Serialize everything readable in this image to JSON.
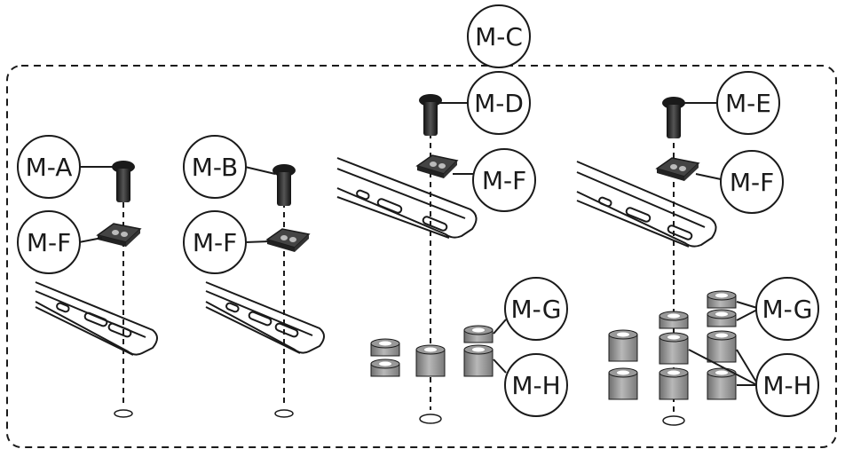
{
  "labels": {
    "top": "M-C",
    "a": "M-A",
    "b": "M-B",
    "d": "M-D",
    "e": "M-E",
    "f": "M-F",
    "g": "M-G",
    "h": "M-H"
  },
  "colors": {
    "line": "#1a1a1a",
    "part_dark": "#2b2b2b",
    "part_gray": "#8c8c8c",
    "part_light": "#bdbdbd"
  }
}
